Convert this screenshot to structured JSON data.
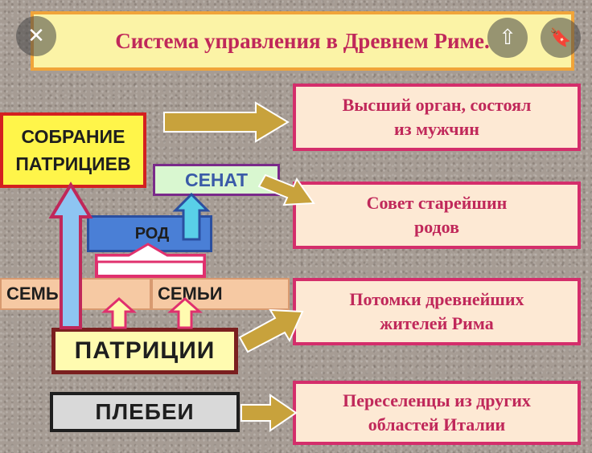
{
  "title": "Система  управления в Древнем Риме.",
  "overlay_buttons": {
    "close_glyph": "✕",
    "share_glyph": "⇧",
    "bookmark_glyph": "🔖"
  },
  "diagram": {
    "assembly": "СОБРАНИЕ\nПАТРИЦИЕВ",
    "senate": "СЕНАТ",
    "clan": "РОД",
    "family_left": "СЕМЬИ",
    "family_right": "СЕМЬИ",
    "patricians": "ПАТРИЦИИ",
    "plebeians": "ПЛЕБЕИ"
  },
  "descriptions": {
    "assembly": "Высший орган,    состоял\nиз мужчин",
    "senate": "Совет старейшин\nродов",
    "patricians": "Потомки древнейших\nжителей Рима",
    "plebeians": "Переселенцы из других\nобластей Италии"
  },
  "colors": {
    "title_bg": "#fbf3a6",
    "title_border": "#f0a43a",
    "title_text": "#c0285a",
    "desc_bg": "#fde9d4",
    "desc_border": "#d42e6b",
    "assembly_bg": "#fff54a",
    "assembly_border": "#d42020",
    "senate_bg": "#d9f7d0",
    "senate_border": "#7a2a8a",
    "clan_bg": "#4a7fd6",
    "family_bg": "#f6c9a3",
    "patricians_bg": "#fffbb0",
    "patricians_border": "#7a1f1f",
    "plebeians_bg": "#d9d9d9",
    "arrow_gold": "#c8a23c",
    "arrow_blue": "#8ec5f2",
    "arrow_cyan": "#59d0e8"
  }
}
